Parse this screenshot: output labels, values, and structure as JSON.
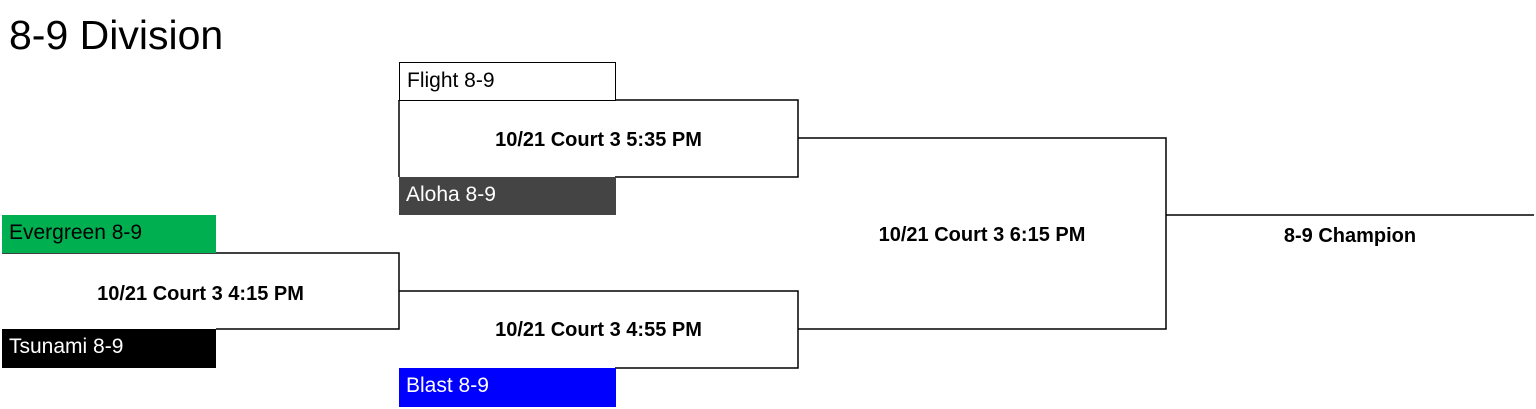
{
  "division": {
    "title": "8-9 Division"
  },
  "teams": {
    "flight": {
      "name": "Flight 8-9",
      "color": "#ffffff",
      "text_color": "#000000"
    },
    "aloha": {
      "name": "Aloha 8-9",
      "color": "#444444",
      "text_color": "#ffffff"
    },
    "evergreen": {
      "name": "Evergreen 8-9",
      "color": "#00b050",
      "text_color": "#000000"
    },
    "tsunami": {
      "name": "Tsunami 8-9",
      "color": "#000000",
      "text_color": "#ffffff"
    },
    "blast": {
      "name": "Blast 8-9",
      "color": "#0000ff",
      "text_color": "#ffffff"
    }
  },
  "games": {
    "round1": {
      "label": "10/21 Court 3 4:15 PM"
    },
    "semi_top": {
      "label": "10/21 Court 3 5:35 PM"
    },
    "semi_bottom": {
      "label": "10/21 Court 3 4:55 PM"
    },
    "final": {
      "label": "10/21 Court 3 6:15 PM"
    }
  },
  "champion": {
    "label": "8-9 Champion"
  }
}
